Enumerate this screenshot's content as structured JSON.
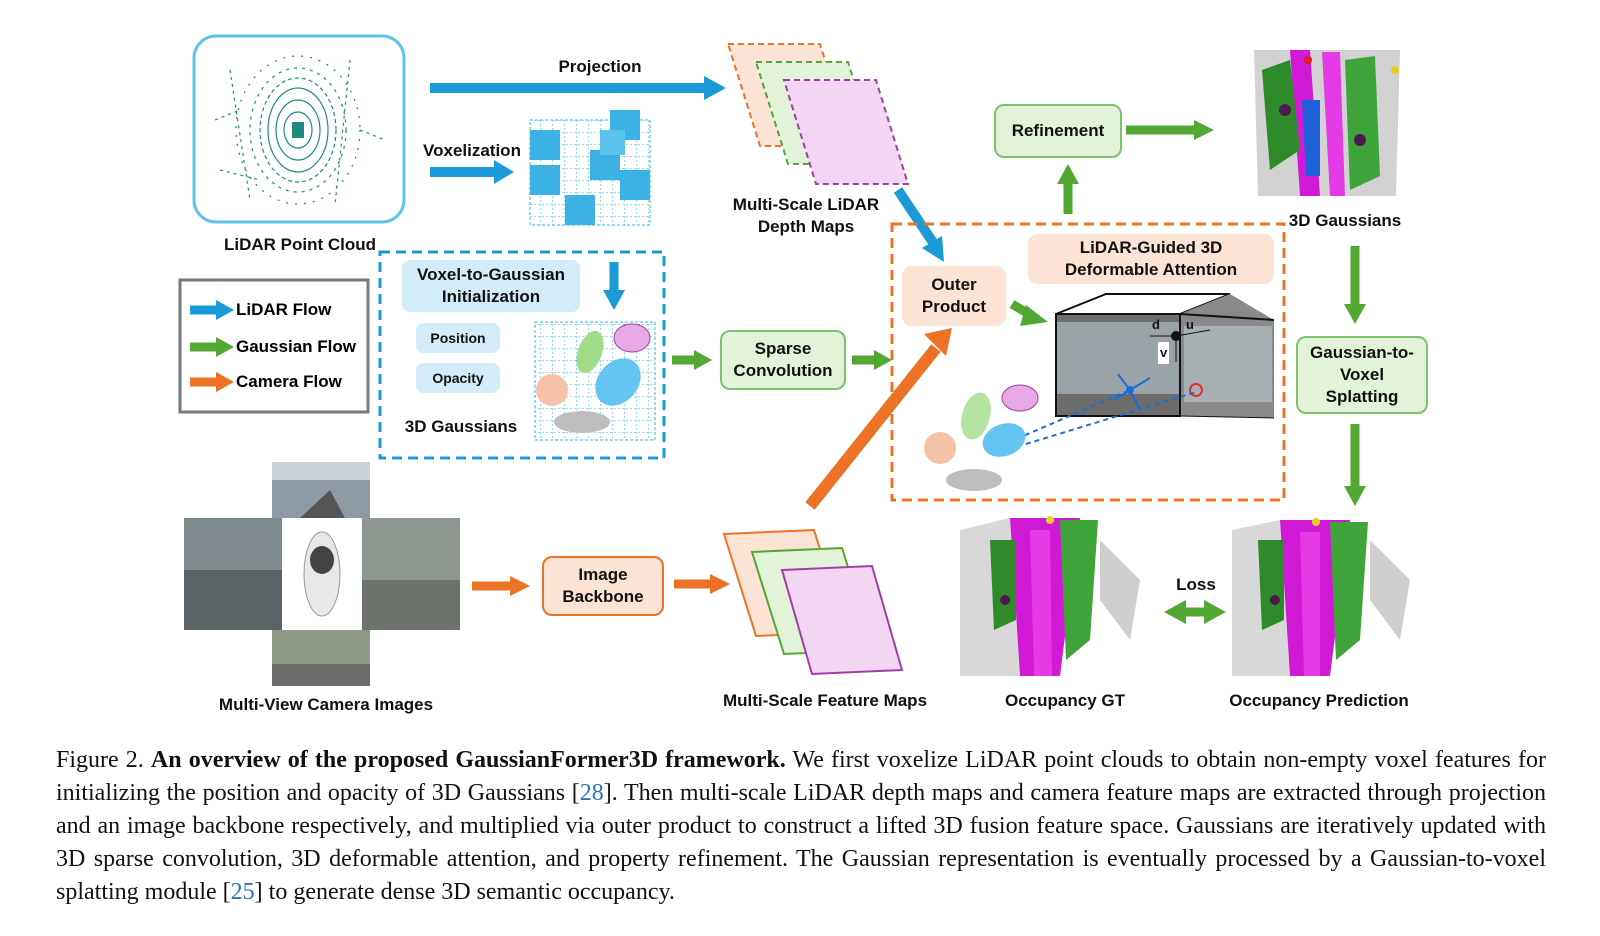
{
  "figure": {
    "lidar_point_cloud": "LiDAR Point Cloud",
    "projection": "Projection",
    "voxelization": "Voxelization",
    "multi_scale_lidar": "Multi-Scale LiDAR\nDepth Maps",
    "voxel_to_gaussian": "Voxel-to-Gaussian\nInitialization",
    "position": "Position",
    "opacity": "Opacity",
    "gaussians_3d_left": "3D Gaussians",
    "sparse_conv": "Sparse\nConvolution",
    "outer_product": "Outer\nProduct",
    "refinement": "Refinement",
    "gaussians_3d_right": "3D Gaussians",
    "lidar_guided": "LiDAR-Guided 3D\nDeformable Attention",
    "gaussian_to_voxel": "Gaussian-to-\nVoxel\nSplatting",
    "image_backbone": "Image\nBackbone",
    "multi_view": "Multi-View Camera Images",
    "multi_scale_feature": "Multi-Scale Feature Maps",
    "occupancy_gt": "Occupancy GT",
    "loss": "Loss",
    "occupancy_pred": "Occupancy Prediction",
    "attn_d": "d",
    "attn_u": "u",
    "attn_v": "v"
  },
  "legend": {
    "lidar_flow": "LiDAR Flow",
    "gaussian_flow": "Gaussian Flow",
    "camera_flow": "Camera Flow"
  },
  "colors": {
    "lidar": "#1a9ad6",
    "gaussian": "#52a832",
    "camera": "#ec7326",
    "cite": "#2a73b8"
  },
  "caption": {
    "label": "Figure 2.",
    "title": "An overview of the proposed GaussianFormer3D framework.",
    "text1": " We first voxelize LiDAR point clouds to obtain non-empty voxel features for initializing the position and opacity of 3D Gaussians [",
    "cite1": "28",
    "text2": "]. Then multi-scale LiDAR depth maps and camera feature maps are extracted through projection and an image backbone respectively, and multiplied via outer product to construct a lifted 3D fusion feature space. Gaussians are iteratively updated with 3D sparse convolution, 3D deformable attention, and property refinement. The Gaussian representation is eventually processed by a Gaussian-to-voxel splatting module [",
    "cite2": "25",
    "text3": "] to generate dense 3D semantic occupancy."
  }
}
